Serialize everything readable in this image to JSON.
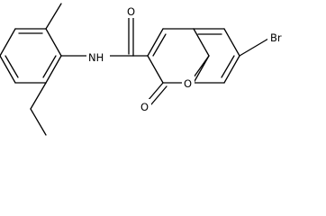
{
  "molecule": {
    "labels": {
      "bromine": "Br",
      "amide_nitrogen": "NH",
      "amide_oxygen": "O",
      "ring_oxygen": "O",
      "lactone_oxygen": "O"
    },
    "colors": {
      "bond": "#000000",
      "text": "#000000",
      "background": "#ffffff"
    }
  }
}
